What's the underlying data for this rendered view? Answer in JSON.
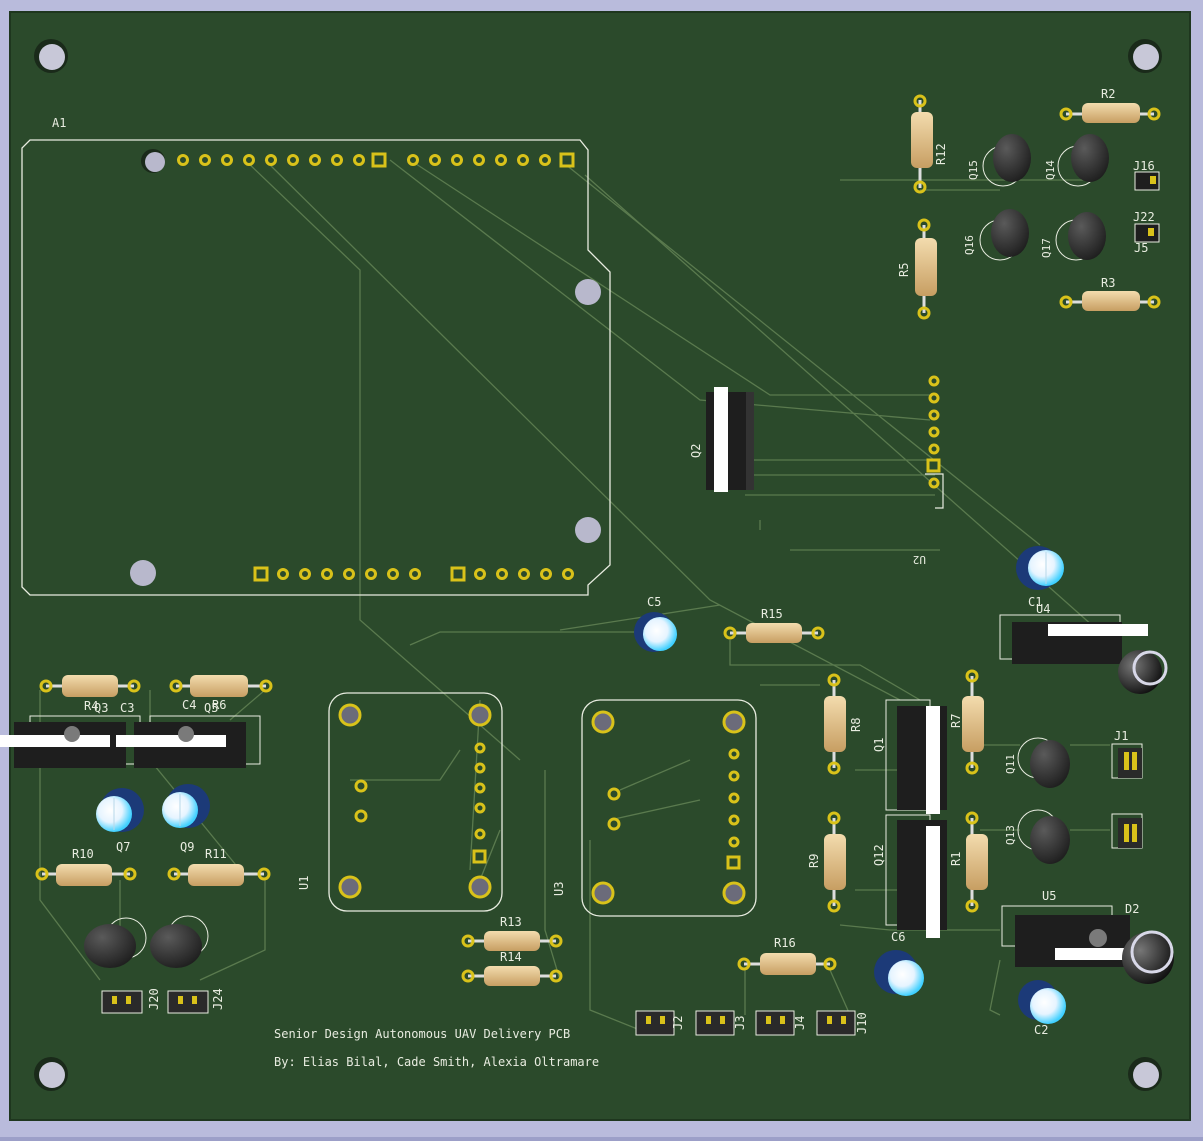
{
  "colors": {
    "background": "#9c9fc8",
    "board": "#2b4a2b",
    "silk": "#e8ece0",
    "pad": "#d9c21a",
    "trace": "#5a7a4e",
    "resistor_body": "#e2c38e",
    "ic_body": "#1e1e1e",
    "cap_blue": "#1c3a78"
  },
  "icons": [
    "mounting-hole-icon",
    "resistor-icon",
    "transistor-icon",
    "capacitor-icon",
    "voltage-regulator-icon",
    "header-icon"
  ],
  "board": {
    "title_line": "Senior Design Autonomous UAV Delivery PCB",
    "authors_line": "By: Elias Bilal, Cade Smith, Alexia Oltramare"
  },
  "labels": {
    "A1": "A1",
    "R12": "R12",
    "R2": "R2",
    "R3": "R3",
    "R5": "R5",
    "Q15": "Q15",
    "Q14": "Q14",
    "Q16": "Q16",
    "Q17": "Q17",
    "J16": "J16",
    "J22": "J22",
    "J5": "J5",
    "Q2": "Q2",
    "U2": "U2",
    "C1": "C1",
    "U4": "U4",
    "C5": "C5",
    "R15": "R15",
    "R8": "R8",
    "R7": "R7",
    "Q1": "Q1",
    "Q11": "Q11",
    "J1": "J1",
    "R9": "R9",
    "Q12": "Q12",
    "R1": "R1",
    "Q13": "Q13",
    "U5": "U5",
    "D2": "D2",
    "C6": "C6",
    "C2": "C2",
    "R16": "R16",
    "J2": "J2",
    "J3": "J3",
    "J4": "J4",
    "J10": "J10",
    "R13": "R13",
    "R14": "R14",
    "U1": "U1",
    "U3": "U3",
    "R4": "R4",
    "Q3": "Q3",
    "C3": "C3",
    "C4": "C4",
    "Q5": "Q5",
    "R6": "R6",
    "Q7": "Q7",
    "Q9": "Q9",
    "R10": "R10",
    "R11": "R11",
    "J20": "J20",
    "J24": "J24"
  }
}
